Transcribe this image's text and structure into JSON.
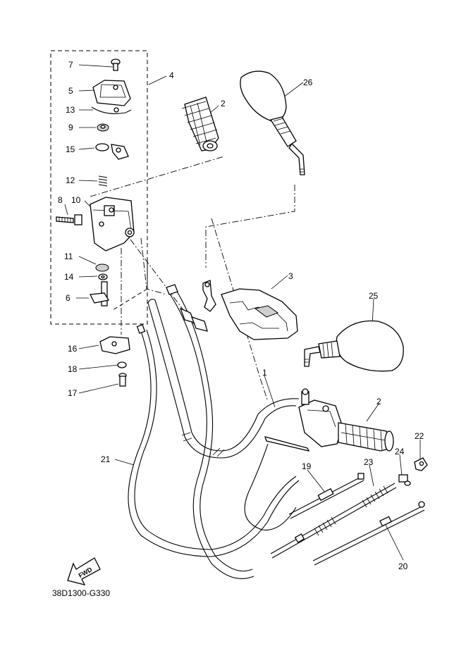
{
  "diagram": {
    "code": "38D1300-G330",
    "fwd_label": "FWD",
    "callouts": {
      "c1": "1",
      "c2a": "2",
      "c2b": "2",
      "c3": "3",
      "c4": "4",
      "c5": "5",
      "c6": "6",
      "c7": "7",
      "c8": "8",
      "c9": "9",
      "c10": "10",
      "c11": "11",
      "c12": "12",
      "c13": "13",
      "c14": "14",
      "c15": "15",
      "c16": "16",
      "c17": "17",
      "c18": "18",
      "c19": "19",
      "c20": "20",
      "c21": "21",
      "c22": "22",
      "c23": "23",
      "c24": "24",
      "c25": "25",
      "c26": "26"
    }
  }
}
